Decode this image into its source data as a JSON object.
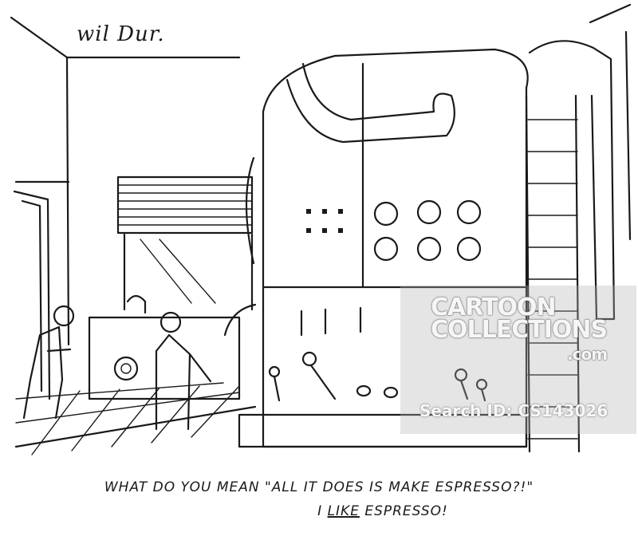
{
  "cartoon": {
    "signature": "wil Dur.",
    "caption_line1": "WHAT DO YOU MEAN \"ALL IT DOES IS MAKE ESPRESSO?!\"",
    "caption_line2_pre": "I ",
    "caption_line2_emph": "LIKE",
    "caption_line2_post": " ESPRESSO!"
  },
  "watermark": {
    "logo_line1": "CARTOON",
    "logo_line2": "COLLECTIONS",
    "logo_line3": ".com",
    "search_id": "Search ID: CS143026"
  }
}
